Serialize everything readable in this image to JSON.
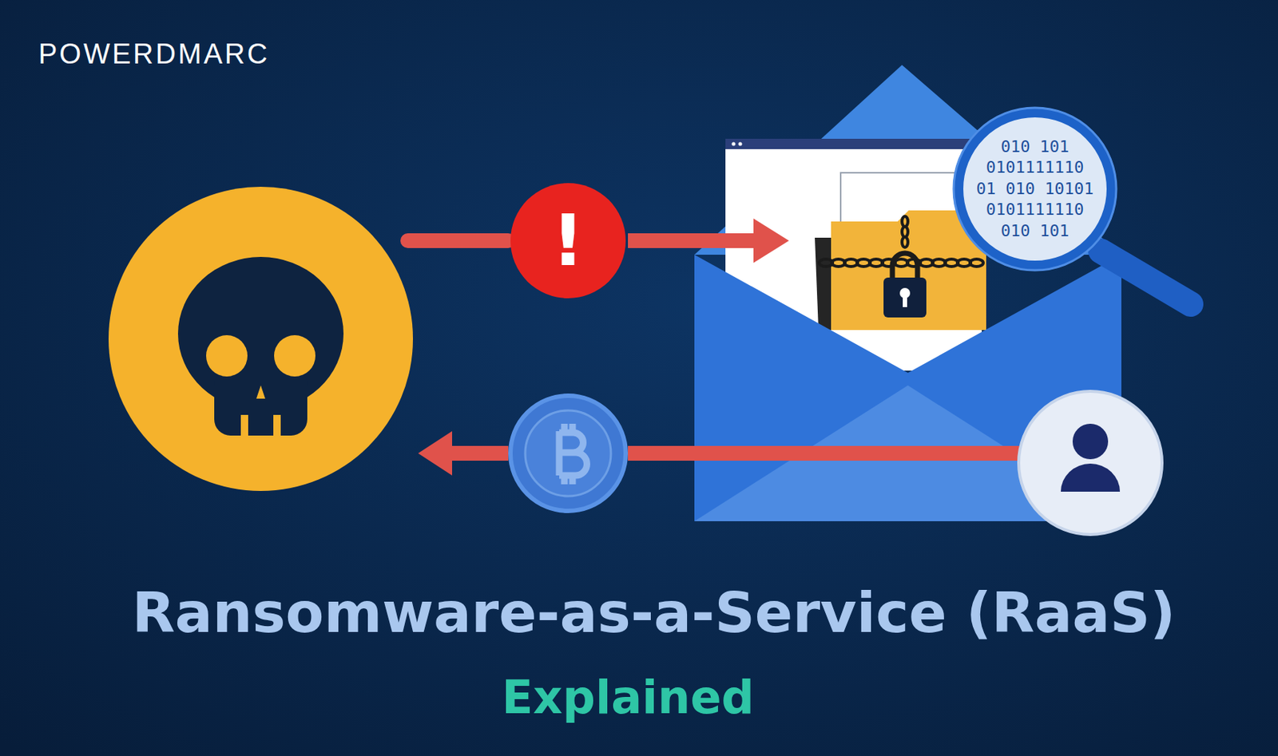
{
  "diagram": {
    "title": "Ransomware-as-a-Service (RaaS)",
    "caption": "Explained",
    "nodes": [
      {
        "text": [
          "!"
        ]
      },
      {
        "text": [
          "010 101",
          "0101111110",
          "01 010 10101",
          "0101111110",
          "010 101"
        ]
      }
    ],
    "labels": [
      "POWERDMARC"
    ]
  }
}
